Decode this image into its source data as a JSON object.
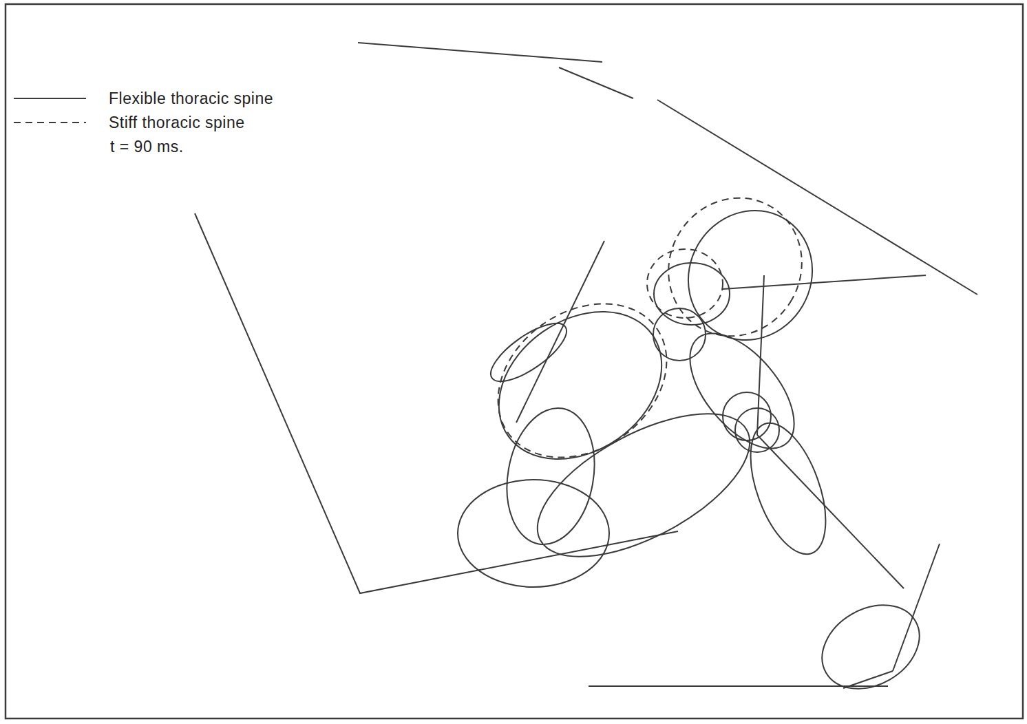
{
  "diagram": {
    "labels": [
      "t = 90 ms."
    ],
    "legend": [
      {
        "text": "Flexible thoracic spine"
      },
      {
        "text": "Stiff thoracic spine"
      }
    ]
  }
}
